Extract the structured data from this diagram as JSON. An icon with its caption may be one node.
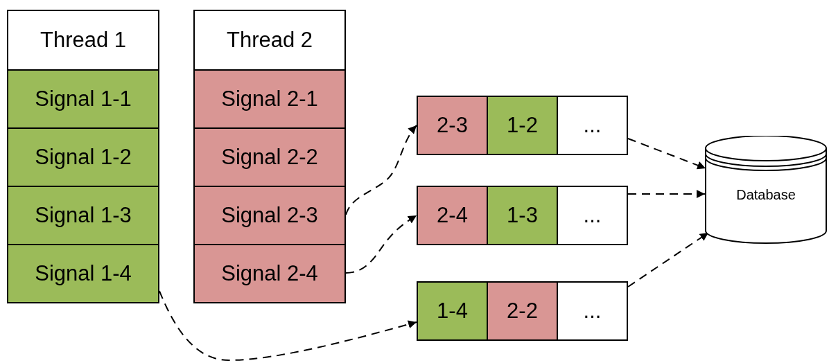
{
  "diagram": {
    "nodes": [
      {
        "text": [
          "Thread 1"
        ]
      },
      {
        "text": [
          "Signal 1-1"
        ]
      },
      {
        "text": [
          "Signal 1-2"
        ]
      },
      {
        "text": [
          "Signal 1-3"
        ]
      },
      {
        "text": [
          "Signal 1-4"
        ]
      },
      {
        "text": [
          "Thread 2"
        ]
      },
      {
        "text": [
          "Signal 2-1"
        ]
      },
      {
        "text": [
          "Signal 2-2"
        ]
      },
      {
        "text": [
          "Signal 2-3"
        ]
      },
      {
        "text": [
          "Signal 2-4"
        ]
      },
      {
        "text": [
          "2-3"
        ]
      },
      {
        "text": [
          "1-2"
        ]
      },
      {
        "text": [
          "..."
        ]
      },
      {
        "text": [
          "2-4"
        ]
      },
      {
        "text": [
          "1-3"
        ]
      },
      {
        "text": [
          "..."
        ]
      },
      {
        "text": [
          "1-4"
        ]
      },
      {
        "text": [
          "2-2"
        ]
      },
      {
        "text": [
          "..."
        ]
      },
      {
        "text": [
          "Database"
        ]
      }
    ],
    "edges": [
      {
        "from": 8,
        "to": 10,
        "arrow": "to",
        "style": "dashed"
      },
      {
        "from": 9,
        "to": 13,
        "arrow": "to",
        "style": "dashed"
      },
      {
        "from": 4,
        "to": 16,
        "arrow": "to",
        "style": "dashed"
      },
      {
        "from": 12,
        "to": 19,
        "arrow": "to",
        "style": "dashed"
      },
      {
        "from": 15,
        "to": 19,
        "arrow": "to",
        "style": "dashed"
      },
      {
        "from": 18,
        "to": 19,
        "arrow": "to",
        "style": "dashed"
      }
    ]
  }
}
